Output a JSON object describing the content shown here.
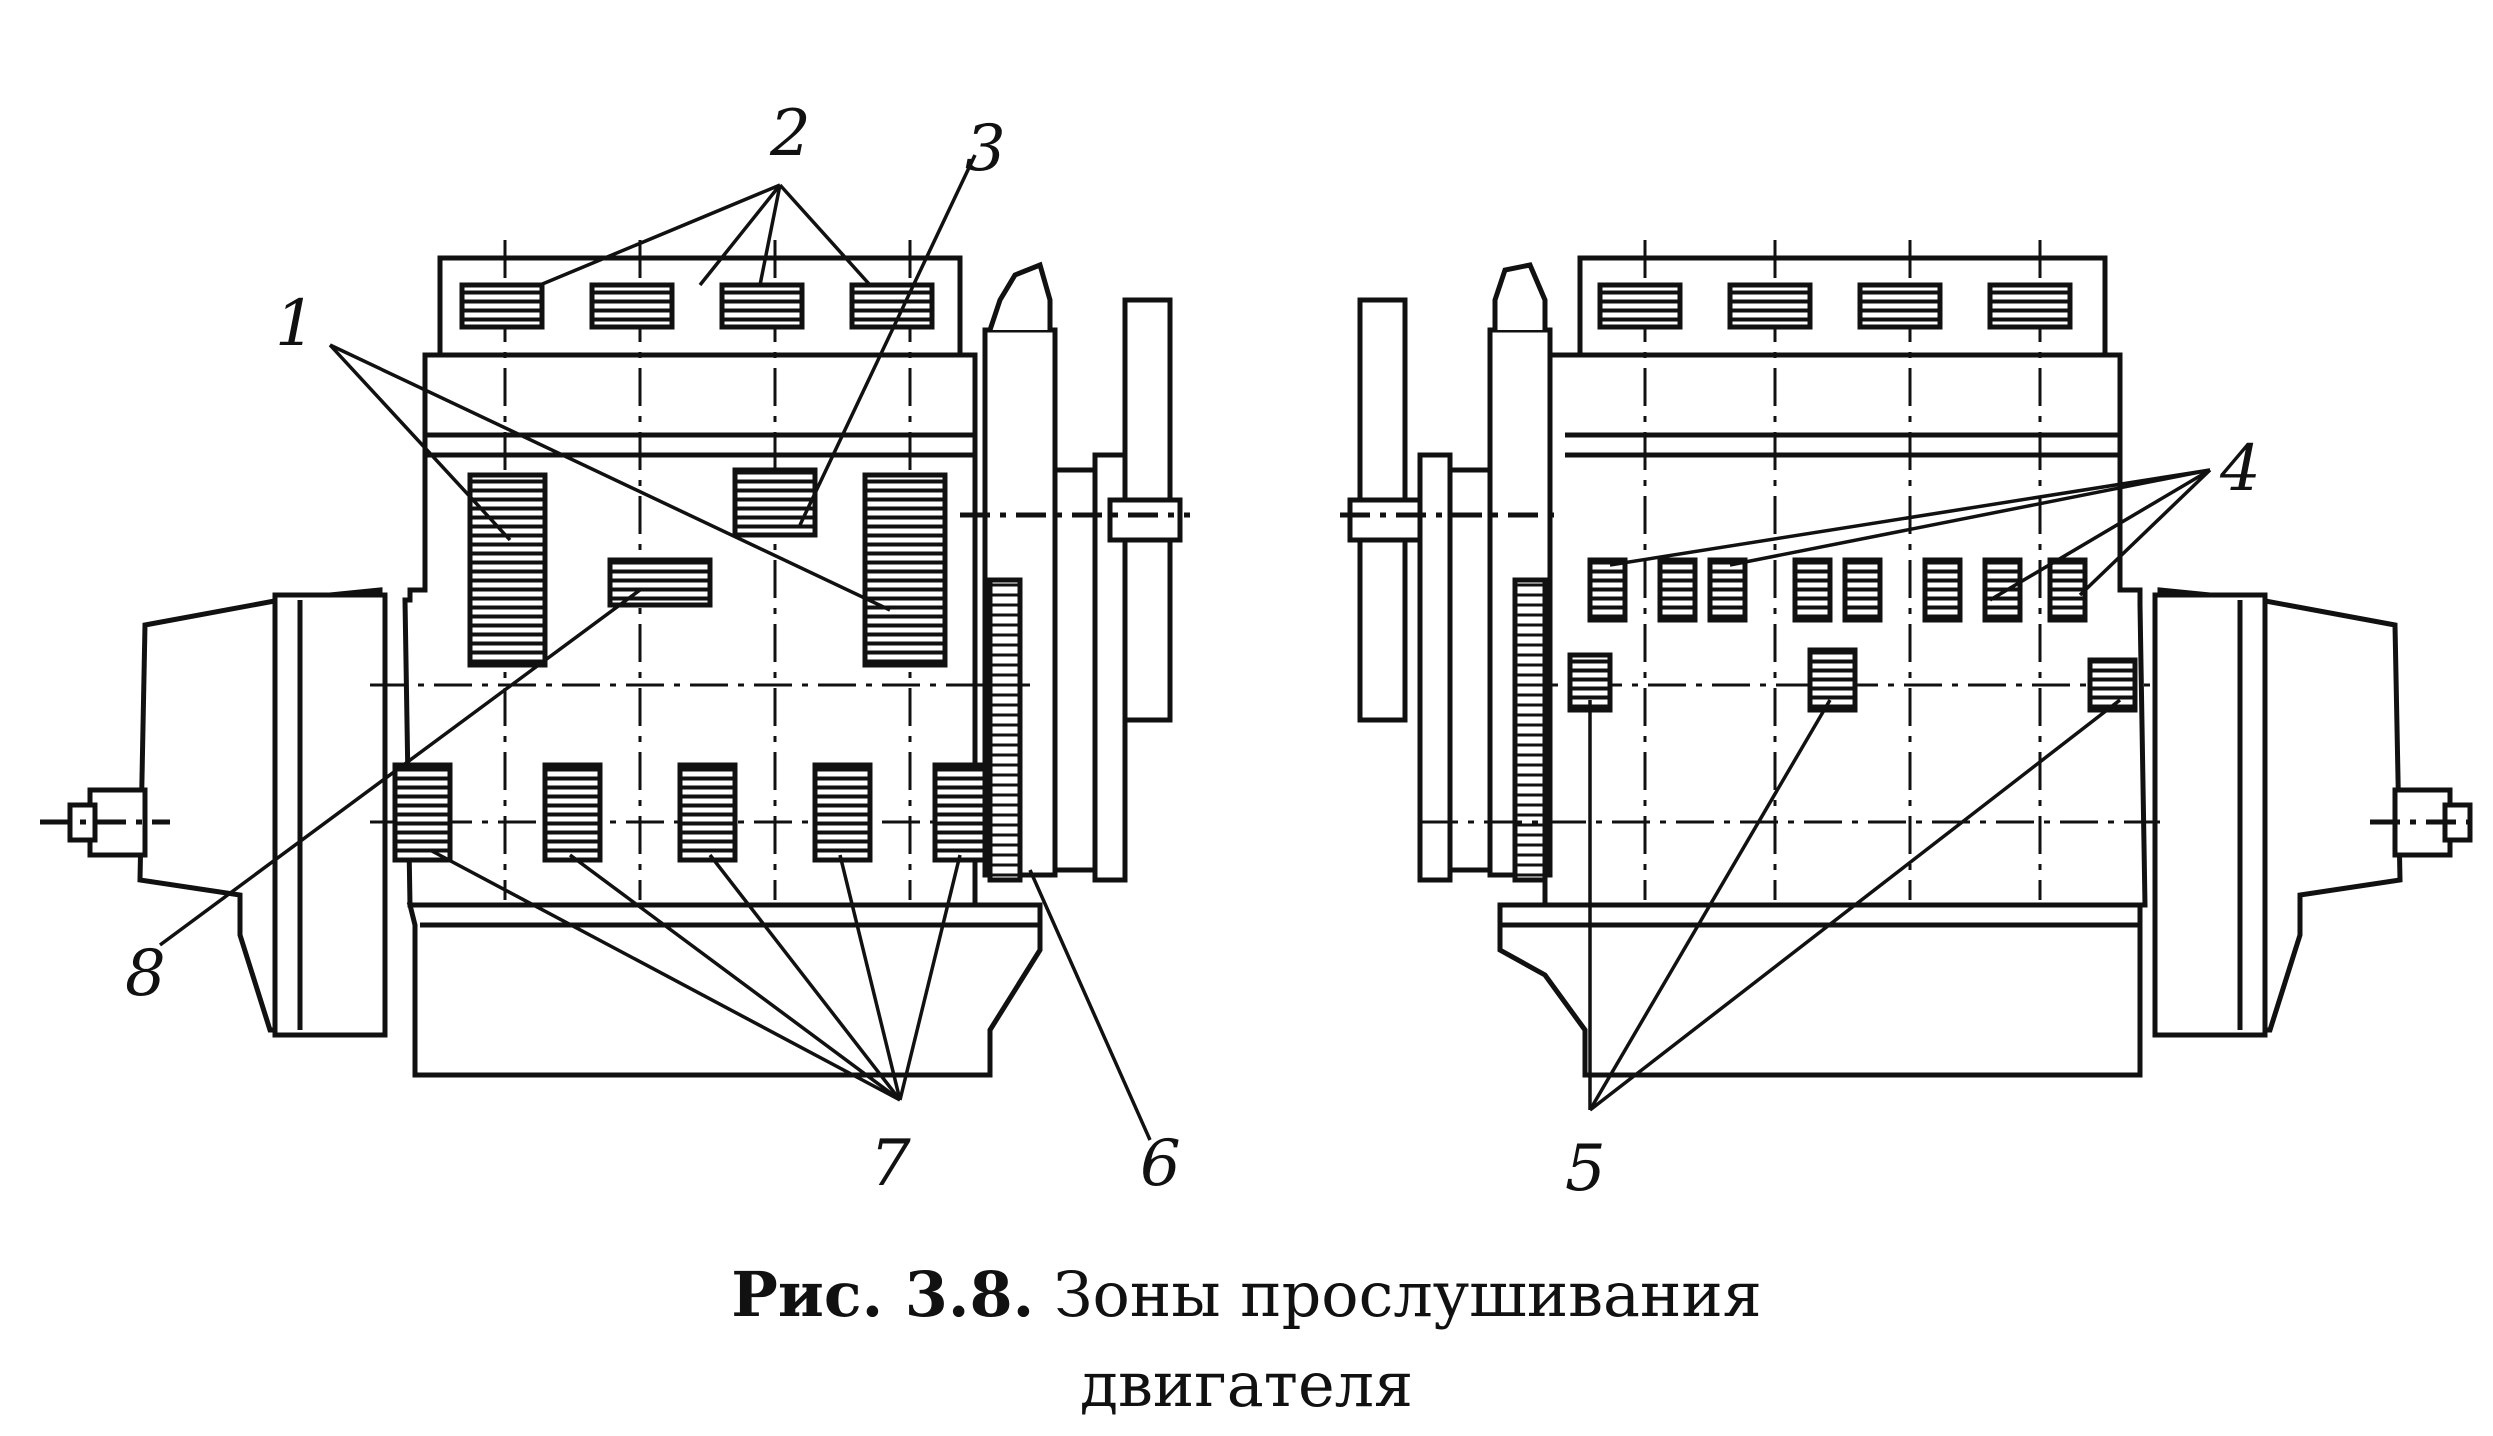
{
  "callouts": {
    "n1": "1",
    "n2": "2",
    "n3": "3",
    "n4": "4",
    "n5": "5",
    "n6": "6",
    "n7": "7",
    "n8": "8"
  },
  "caption": {
    "figure_number": "Рис. 3.8.",
    "line1_text": "Зоны прослушивания",
    "line2_text": "двигателя"
  }
}
